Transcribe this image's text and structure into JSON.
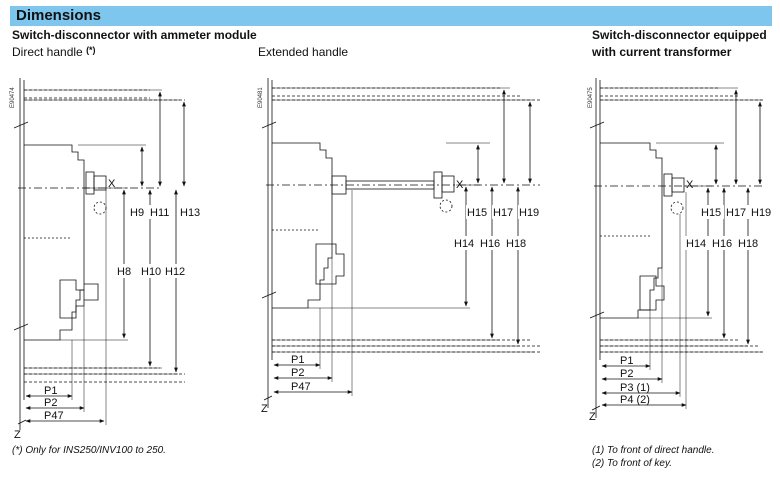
{
  "title": "Dimensions",
  "left_section": {
    "heading": "Switch-disconnector with ammeter module",
    "subheading": "Direct handle",
    "subheading_mark": "(*)",
    "drawing_code": "E90474",
    "footnote": "(*) Only for INS250/INV100 to 250.",
    "labels": {
      "x": "X",
      "z": "Z",
      "h8": "H8",
      "h9": "H9",
      "h10": "H10",
      "h11": "H11",
      "h12": "H12",
      "h13": "H13",
      "p1": "P1",
      "p2": "P2",
      "p47": "P47"
    }
  },
  "middle_section": {
    "subheading": "Extended handle",
    "drawing_code": "E90481",
    "labels": {
      "x": "X",
      "z": "Z",
      "h14": "H14",
      "h15": "H15",
      "h16": "H16",
      "h17": "H17",
      "h18": "H18",
      "h19": "H19",
      "p1": "P1",
      "p2": "P2",
      "p47": "P47"
    }
  },
  "right_section": {
    "heading_line1": "Switch-disconnector equipped",
    "heading_line2": "with current transformer",
    "drawing_code": "E90475",
    "footnote1": "(1) To front of direct handle.",
    "footnote2": "(2) To front of key.",
    "labels": {
      "x": "X",
      "z": "Z",
      "h14": "H14",
      "h15": "H15",
      "h16": "H16",
      "h17": "H17",
      "h18": "H18",
      "h19": "H19",
      "p1": "P1",
      "p2": "P2",
      "p3": "P3 (1)",
      "p4": "P4 (2)"
    }
  }
}
